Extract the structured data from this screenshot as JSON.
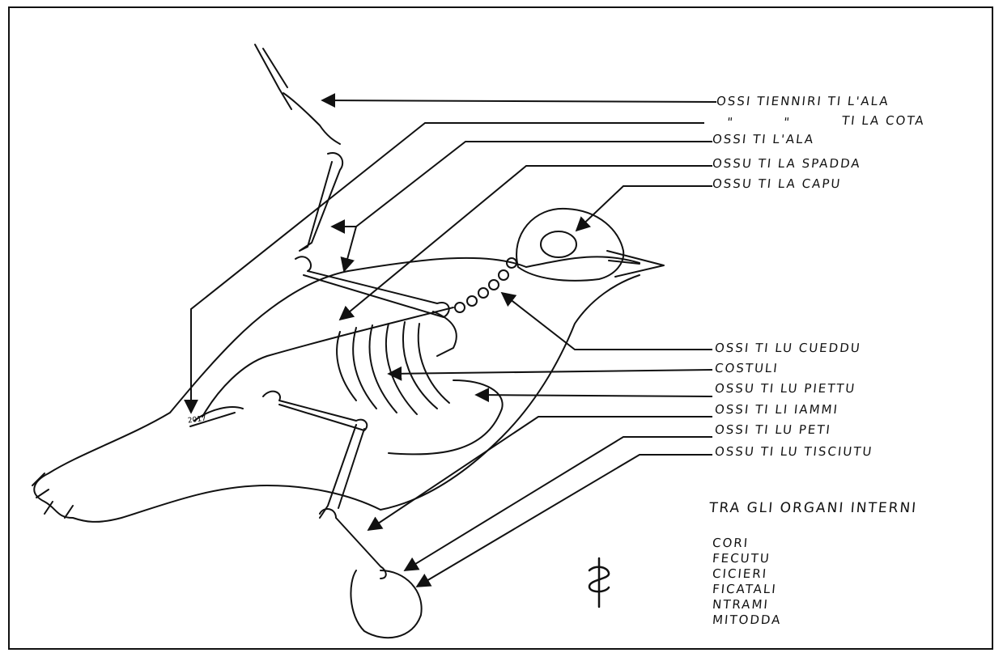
{
  "labels": {
    "wing_tip_bones": "OSSI TIENNIRI TI L'ALA",
    "ditto_mark_1": "\"",
    "ditto_mark_2": "\"",
    "tail_bones": "TI LA COTA",
    "wing_bones": "OSSI TI L'ALA",
    "shoulder_bone": "OSSU TI LA SPADDA",
    "head_bone": "OSSU TI LA CAPU",
    "neck_bones": "OSSI TI LU CUEDDU",
    "ribs": "COSTULI",
    "breast_bone": "OSSU TI LU PIETTU",
    "leg_bones": "OSSI TI LI IAMMI",
    "foot_bones": "OSSI TI LU PETI",
    "pelvis_bone": "OSSU TI LU TISCIUTU"
  },
  "organs": {
    "title": "TRA GLI ORGANI INTERNI",
    "items": [
      "CORI",
      "FECUTU",
      "CICIERI",
      "FICATALI",
      "NTRAMI",
      "MITODDA"
    ]
  },
  "signature_text": "2017"
}
